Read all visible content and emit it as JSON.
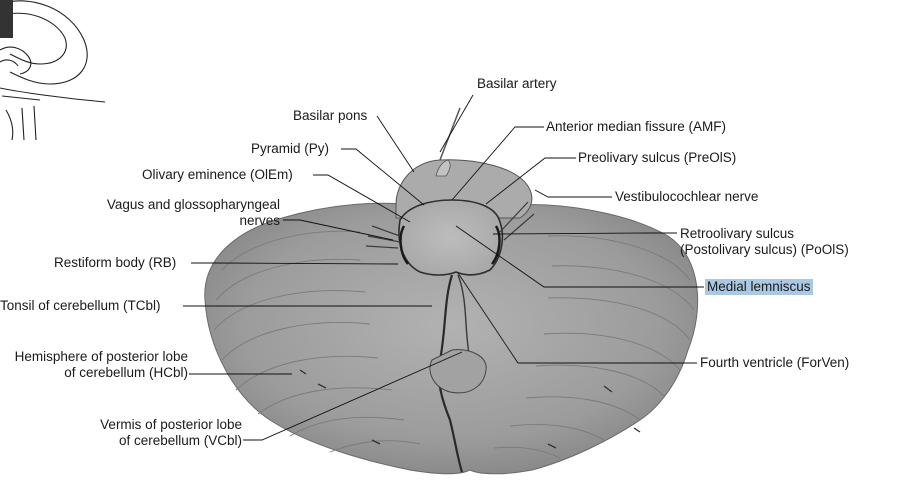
{
  "labels": {
    "basilar_artery": "Basilar artery",
    "basilar_pons": "Basilar pons",
    "amf": "Anterior median fissure (AMF)",
    "pyramid": "Pyramid (Py)",
    "preolivary": "Preolivary sulcus (PreOlS)",
    "olivary": "Olivary eminence (OlEm)",
    "vestibulocochlear": "Vestibulocochlear nerve",
    "vagus_line1": "Vagus and glossopharyngeal",
    "vagus_line2": "nerves",
    "retroolivary_line1": "Retroolivary sulcus",
    "retroolivary_line2": "(Postolivary sulcus) (PoOlS)",
    "restiform": "Restiform body (RB)",
    "medial_lemniscus": "Medial lemniscus",
    "tonsil": "Tonsil of cerebellum (TCbl)",
    "hemisphere_line1": "Hemisphere of posterior lobe",
    "hemisphere_line2": "of cerebellum (HCbl)",
    "fourth_ventricle": "Fourth ventricle (ForVen)",
    "vermis_line1": "Vermis of posterior lobe",
    "vermis_line2": "of cerebellum (VCbl)"
  },
  "colors": {
    "highlight": "#a8c8e4",
    "specimen": "#9a9a9a",
    "leader": "#111111"
  }
}
